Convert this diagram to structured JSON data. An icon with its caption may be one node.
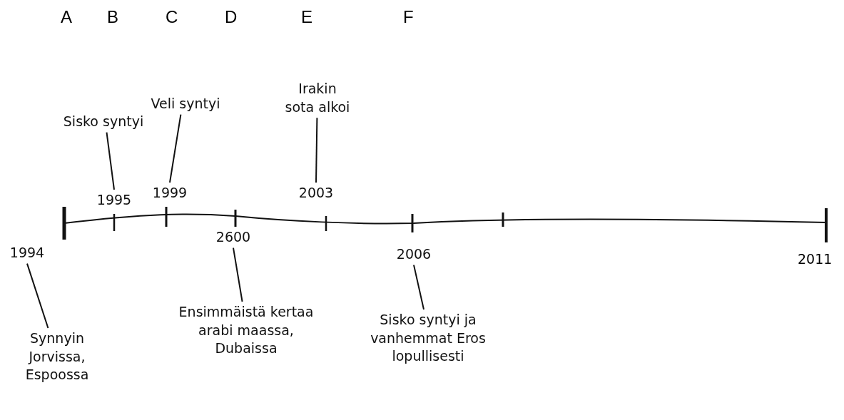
{
  "diagram": {
    "nodes": [
      {
        "text": [
          "Sisko syntyi"
        ]
      },
      {
        "text": [
          "Veli syntyi"
        ]
      },
      {
        "text": [
          "Irakin sota alkoi"
        ]
      },
      {
        "text": [
          "1995"
        ]
      },
      {
        "text": [
          "1999"
        ]
      },
      {
        "text": [
          "2003"
        ]
      },
      {
        "text": [
          "1994"
        ]
      },
      {
        "text": [
          "2600"
        ]
      },
      {
        "text": [
          "2006"
        ]
      },
      {
        "text": [
          "Synnyin Jorvissa, Espoossa"
        ]
      },
      {
        "text": [
          "Ensimmäistä kertaa arabi maassa, Dubaissa"
        ]
      },
      {
        "text": [
          "Sisko syntyi ja vanhemmat Eros lopullisesti"
        ]
      }
    ],
    "edges": [
      {
        "from": 0,
        "to": 3,
        "arrow": "none"
      },
      {
        "from": 1,
        "to": 4,
        "arrow": "none"
      },
      {
        "from": 2,
        "to": 5,
        "arrow": "none"
      },
      {
        "from": 9,
        "to": 6,
        "arrow": "none"
      },
      {
        "from": 10,
        "to": 7,
        "arrow": "none"
      },
      {
        "from": 11,
        "to": 8,
        "arrow": "none"
      }
    ],
    "labels": [
      "A",
      "B",
      "C",
      "D",
      "E",
      "F",
      "2011"
    ]
  }
}
